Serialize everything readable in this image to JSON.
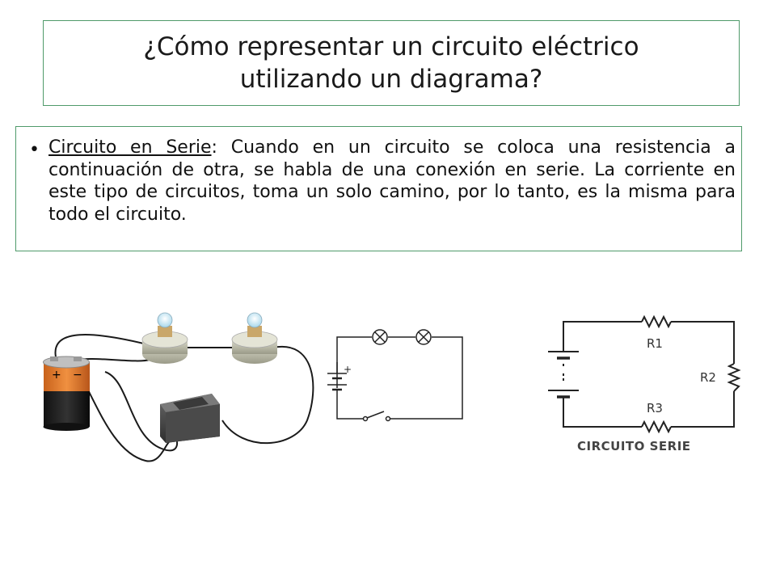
{
  "slide": {
    "title_line1": "¿Cómo representar un circuito eléctrico",
    "title_line2": "utilizando un diagrama?",
    "bullet_term": "Circuito en Serie",
    "bullet_text": ": Cuando en un circuito se coloca una resistencia a continuación de otra, se habla de una conexión en serie. La corriente en este tipo de circuitos, toma un solo camino, por lo tanto, es la misma para todo el circuito."
  },
  "illustration": {
    "battery_plus": "+",
    "battery_minus": "−"
  },
  "schematic_lamps": {
    "plus_mark": "+"
  },
  "schematic_resistors": {
    "r1": "R1",
    "r2": "R2",
    "r3": "R3",
    "caption": "CIRCUITO SERIE"
  }
}
